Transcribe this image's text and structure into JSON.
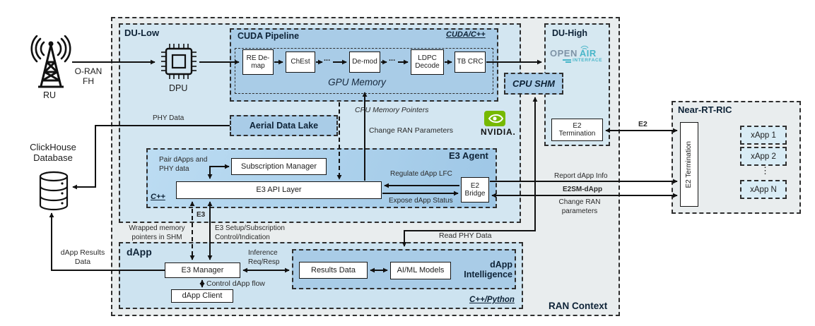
{
  "external": {
    "ru_label": "RU",
    "oran_fh": "O-RAN\nFH",
    "clickhouse": "ClickHouse\nDatabase",
    "dapp_results": "dApp Results\nData"
  },
  "ran_context": {
    "label": "RAN Context"
  },
  "du_low": {
    "label": "DU-Low",
    "dpu_label": "DPU",
    "cuda_pipeline": {
      "title": "CUDA Pipeline",
      "lang": "CUDA/C++",
      "stages": [
        "RE De-map",
        "ChEst",
        "De-mod",
        "LDPC\nDecode",
        "TB CRC"
      ],
      "dots": "...",
      "memory": "GPU Memory"
    },
    "aerial_data_lake": "Aerial Data Lake",
    "phy_data": "PHY Data",
    "cpu_memory_pointers": "CPU Memory Pointers",
    "change_ran_parameters": "Change RAN Parameters",
    "e3_agent": {
      "title": "E3 Agent",
      "lang": "C++",
      "pair_label": "Pair dApps and\nPHY data",
      "subscription_manager": "Subscription Manager",
      "api_layer": "E3 API Layer",
      "e2_bridge": "E2\nBridge",
      "regulate": "Regulate dApp LFC",
      "expose": "Expose dApp Status"
    }
  },
  "cpu_shm": "CPU SHM",
  "nvidia_label": "NVIDIA.",
  "du_high": {
    "label": "DU-High",
    "logo_open": "OPEN",
    "logo_air": "AIR",
    "logo_interface": "INTERFACE",
    "e2_termination": "E2\nTermination"
  },
  "links": {
    "e2": "E2",
    "report_dapp_info": "Report dApp Info",
    "e2sm_dapp": "E2SM-dApp",
    "change_ran_params": "Change RAN\nparameters",
    "read_phy_data": "Read PHY Data",
    "e3": "E3",
    "wrapped_mem": "Wrapped memory\npointers in SHM",
    "e3_setup": "E3 Setup/Subscription\nControl/Indication",
    "inference": "Inference\nReq/Resp",
    "control_flow": "Control dApp flow"
  },
  "dapp": {
    "label": "dApp",
    "e3_manager": "E3 Manager",
    "dapp_client": "dApp Client",
    "intelligence": {
      "title": "dApp\nIntelligence",
      "results_data": "Results Data",
      "ai_ml_models": "AI/ML Models",
      "lang": "C++/Python"
    }
  },
  "near_rt_ric": {
    "label": "Near-RT-RIC",
    "e2_termination": "E2 Termination",
    "xapps": [
      "xApp 1",
      "xApp 2",
      "xApp N"
    ],
    "dots": "⋮"
  }
}
